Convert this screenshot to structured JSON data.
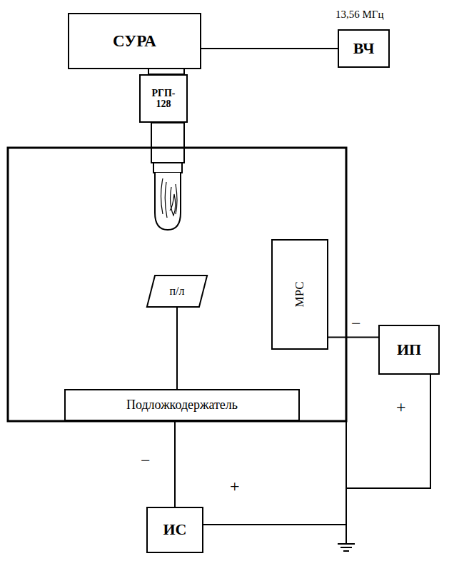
{
  "diagram": {
    "nodes": [
      {
        "text": [
          "СУРА"
        ]
      },
      {
        "text": [
          "ВЧ"
        ]
      },
      {
        "text": [
          "РГП- 128"
        ]
      },
      {
        "text": [
          "п/л"
        ]
      },
      {
        "text": [
          "МРС"
        ]
      },
      {
        "text": [
          "ИП"
        ]
      },
      {
        "text": [
          "Подложкодержатель"
        ]
      },
      {
        "text": [
          "ИС"
        ]
      }
    ],
    "edges": [
      {
        "from": 0,
        "to": 1,
        "arrow": "none"
      },
      {
        "from": 3,
        "to": 6,
        "arrow": "none"
      },
      {
        "from": 4,
        "to": 5,
        "arrow": "none"
      },
      {
        "from": 6,
        "to": 7,
        "arrow": "none"
      }
    ],
    "labels": [
      "13,56 МГц",
      "−",
      "+",
      "−",
      "+"
    ]
  }
}
